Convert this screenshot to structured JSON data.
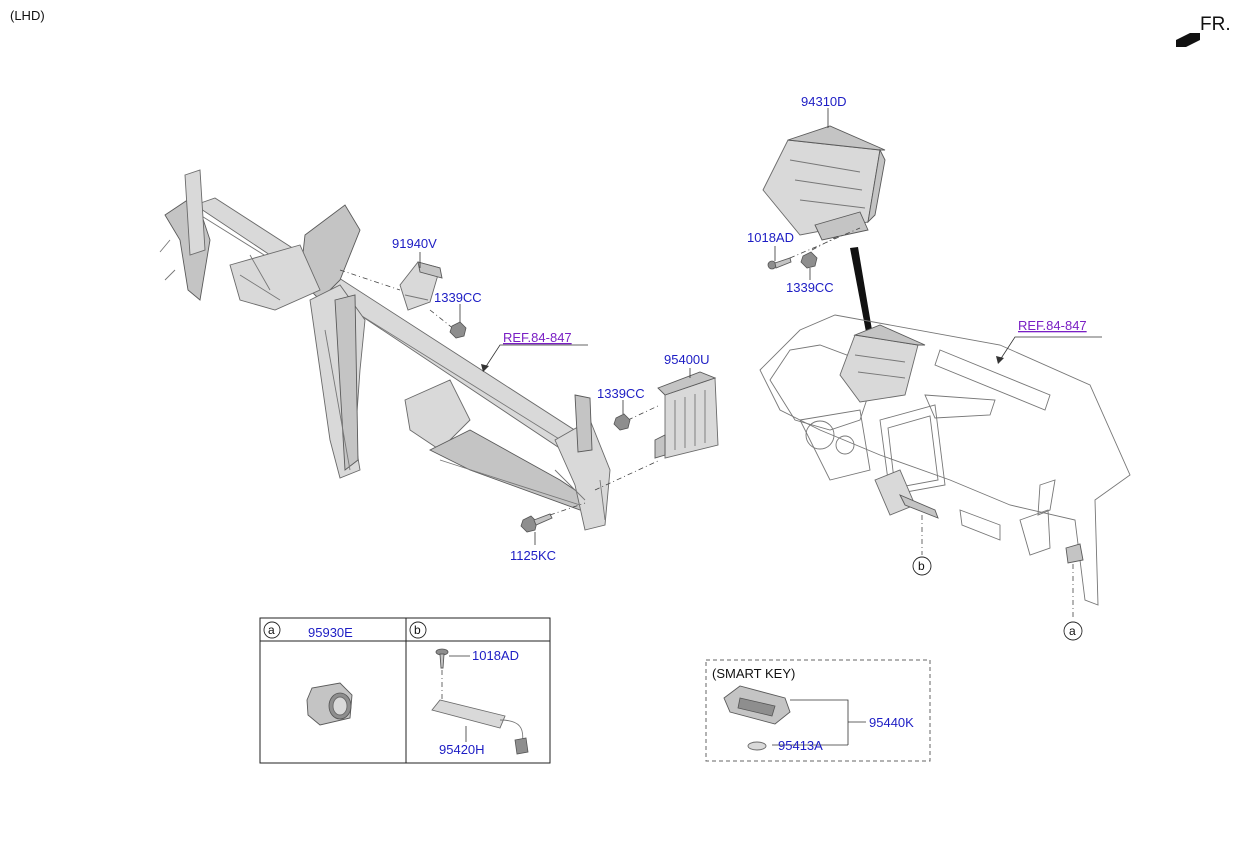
{
  "header": {
    "variant": "(LHD)",
    "direction": "FR."
  },
  "callouts": {
    "p91940V": "91940V",
    "p1339CC_a": "1339CC",
    "ref_left": "REF.84-847",
    "p95400U": "95400U",
    "p1339CC_b": "1339CC",
    "p1125KC": "1125KC",
    "p94310D": "94310D",
    "p1018AD_top": "1018AD",
    "p1339CC_c": "1339CC",
    "ref_right": "REF.84-847"
  },
  "markers": {
    "a": "a",
    "b": "b"
  },
  "detail_table": {
    "cell_a": {
      "marker": "a",
      "part": "95930E"
    },
    "cell_b": {
      "marker": "b",
      "screw": "1018AD",
      "part": "95420H"
    }
  },
  "smart_key": {
    "title": "(SMART KEY)",
    "assembly": "95440K",
    "battery": "95413A"
  },
  "colors": {
    "part_number": "#1d1dc4",
    "reference": "#7a1fc4"
  }
}
